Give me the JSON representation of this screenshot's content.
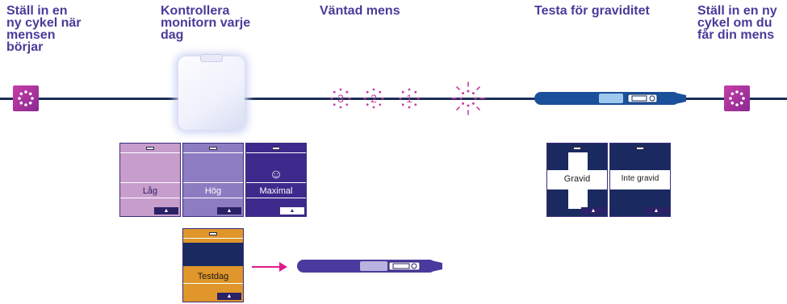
{
  "headings": {
    "start": "Ställ in en\nny cykel när\nmensen\nbörjar",
    "check": "Kontrollera\nmonitorn varje\ndag",
    "expected": "Väntad mens",
    "test": "Testa för graviditet",
    "restart": "Ställ in en ny\ncykel om du\nfår din mens"
  },
  "countdown": [
    "3",
    "2",
    "1"
  ],
  "fertility_screens": {
    "low": "Låg",
    "high": "Hög",
    "max": "Maximal",
    "max_icon": "☺",
    "test_day": "Testdag"
  },
  "pregnancy_screens": {
    "pregnant": "Gravid",
    "not_pregnant": "Inte gravid"
  },
  "tab_symbol": "▲",
  "colors": {
    "heading": "#4b3a9a",
    "timeline": "#1c2e55",
    "magenta": "#c53ea6",
    "low": "#c79dcc",
    "high": "#8e7cc2",
    "max": "#3d2a8c",
    "test_day": "#e0962a",
    "navy": "#1a2a60",
    "arrow": "#e0198a"
  }
}
